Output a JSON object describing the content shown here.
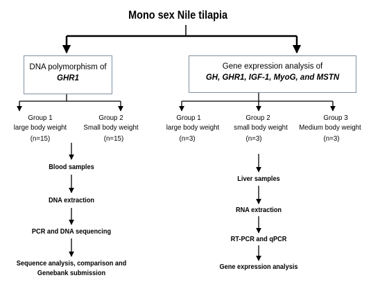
{
  "title": "Mono sex Nile tilapia",
  "left": {
    "box_line1": "DNA polymorphism of",
    "box_line2": "GHR1",
    "groups": [
      {
        "line1": "Group 1",
        "line2": "large body weight",
        "n": "(n=15)"
      },
      {
        "line1": "Group  2",
        "line2": "Small body weight",
        "n": "(n=15)"
      }
    ],
    "steps": [
      "Blood samples",
      "DNA extraction",
      "PCR and DNA sequencing",
      "Sequence analysis, comparison and",
      "Genebank submission"
    ]
  },
  "right": {
    "box_line1": "Gene expression analysis of",
    "box_line2": "GH, GHR1, IGF-1, MyoG, and MSTN",
    "groups": [
      {
        "line1": "Group 1",
        "line2": "large body weight",
        "n": "(n=3)"
      },
      {
        "line1": "Group  2",
        "line2": "small body weight",
        "n": "(n=3)"
      },
      {
        "line1": "Group  3",
        "line2": "Medium body weight",
        "n": "(n=3)"
      }
    ],
    "steps": [
      "Liver samples",
      "RNA extraction",
      "RT-PCR and qPCR",
      "Gene expression analysis"
    ]
  }
}
